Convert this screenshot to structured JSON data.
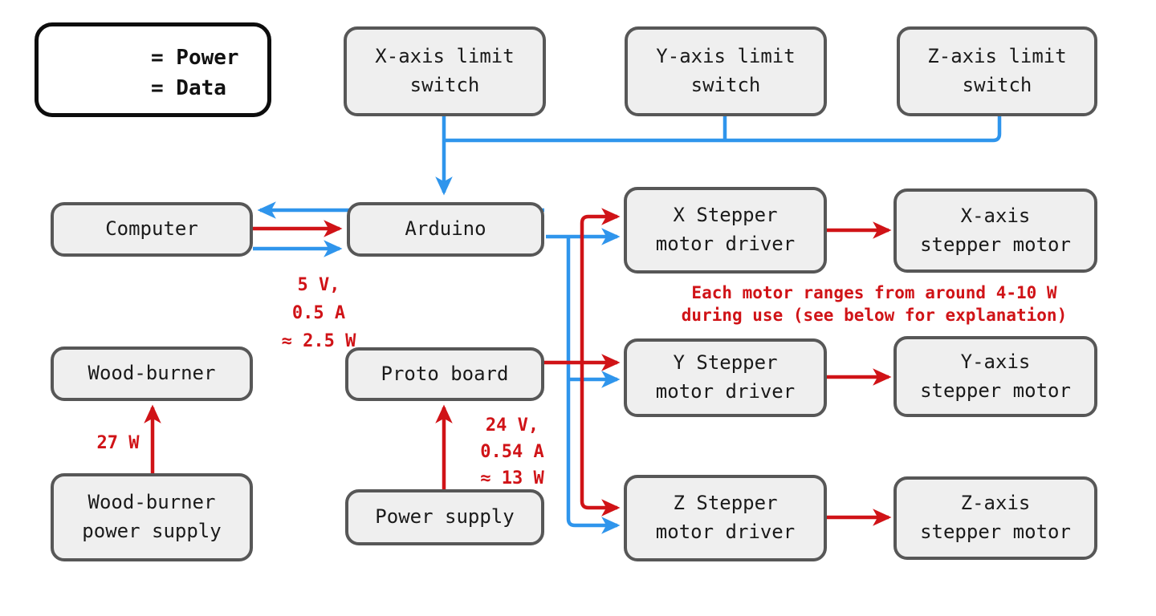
{
  "colors": {
    "power": "#d01317",
    "data": "#2f95ec",
    "box_fill": "#efefef",
    "box_border": "#575757",
    "legend_border": "#0d0d0d",
    "text": "#1a1a1a"
  },
  "legend": {
    "power_label": "= Power",
    "data_label": "= Data"
  },
  "nodes": {
    "x_limit": "X-axis limit\nswitch",
    "y_limit": "Y-axis limit\nswitch",
    "z_limit": "Z-axis limit\nswitch",
    "computer": "Computer",
    "arduino": "Arduino",
    "x_driver": "X Stepper\nmotor driver",
    "y_driver": "Y Stepper\nmotor driver",
    "z_driver": "Z Stepper\nmotor driver",
    "x_motor": "X-axis\nstepper motor",
    "y_motor": "Y-axis\nstepper motor",
    "z_motor": "Z-axis\nstepper motor",
    "wood_burner": "Wood-burner",
    "proto_board": "Proto board",
    "wood_burner_ps": "Wood-burner\npower supply",
    "power_supply": "Power supply"
  },
  "labels": {
    "usb_power": "5 V,\n0.5 A\n≈ 2.5 W",
    "main_power": "24 V,\n0.54 A\n≈ 13 W",
    "burner_power": "27 W",
    "motor_note": "Each motor ranges from around 4-10 W\nduring use (see below for explanation)"
  }
}
